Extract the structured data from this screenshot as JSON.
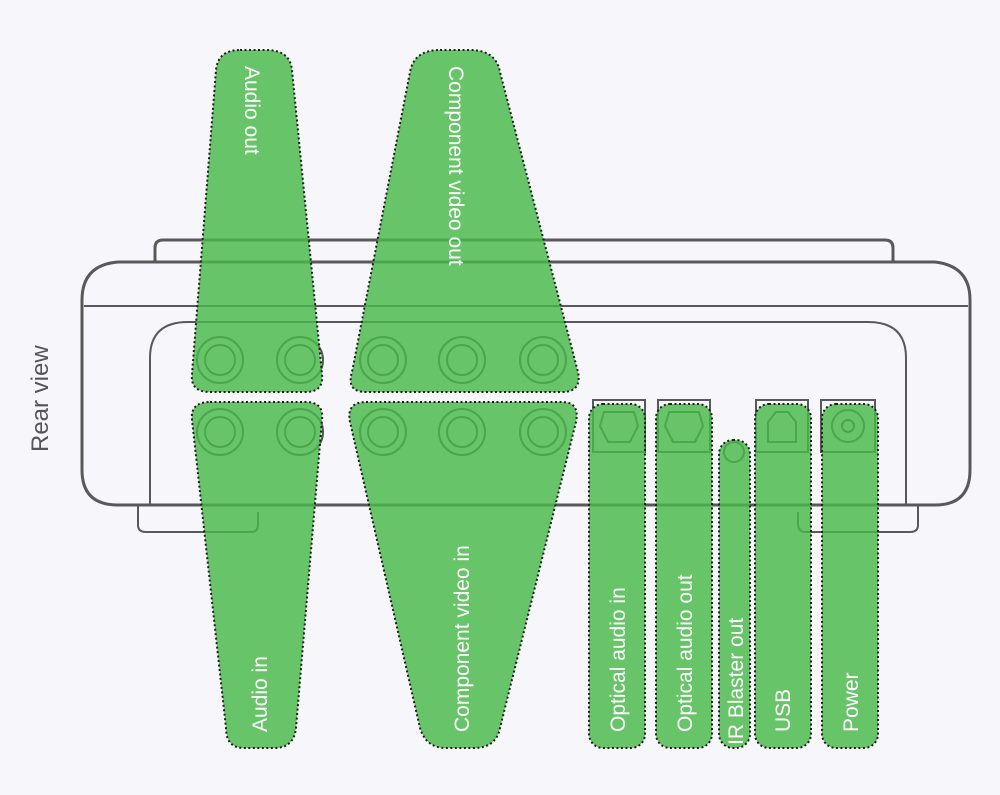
{
  "title": "Rear view",
  "labels": {
    "audio_out": "Audio out",
    "component_video_out": "Component video out",
    "audio_in": "Audio in",
    "component_video_in": "Component video in",
    "optical_audio_in": "Optical audio in",
    "optical_audio_out": "Optical audio out",
    "ir_blaster_out": "IR Blaster out",
    "usb": "USB",
    "power": "Power"
  },
  "colors": {
    "background": "#f7f7fb",
    "device_outline": "#595959",
    "callout_fill": "#48b848",
    "label_text": "#ffffff",
    "side_label_text": "#555555"
  }
}
